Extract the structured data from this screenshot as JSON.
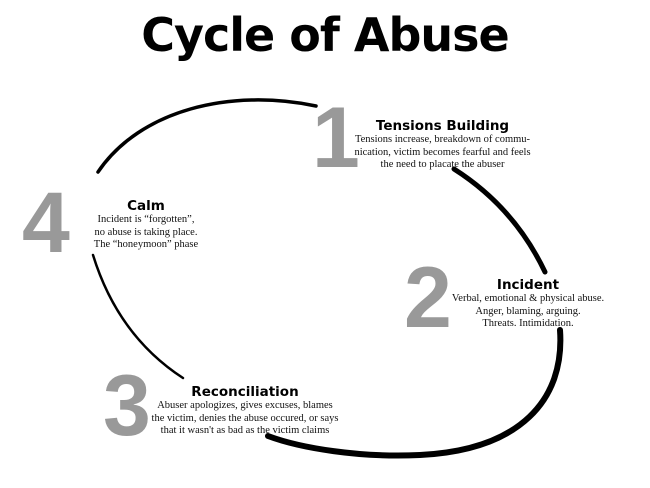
{
  "title": "Cycle of Abuse",
  "stages": [
    {
      "number": "1",
      "heading": "Tensions Building",
      "lines": [
        "Tensions increase, breakdown of commu-",
        "nication, victim becomes fearful and feels",
        "the need to placate the abuser"
      ]
    },
    {
      "number": "2",
      "heading": "Incident",
      "lines": [
        "Verbal, emotional & physical abuse.",
        "Anger, blaming, arguing.",
        "Threats.  Intimidation."
      ]
    },
    {
      "number": "3",
      "heading": "Reconciliation",
      "lines": [
        "Abuser apologizes, gives excuses, blames",
        "the victim, denies the abuse occured, or says",
        "that it wasn't as bad as the victim claims"
      ]
    },
    {
      "number": "4",
      "heading": "Calm",
      "lines": [
        "Incident is “forgotten”,",
        "no abuse is taking place.",
        "The “honeymoon” phase"
      ]
    }
  ]
}
